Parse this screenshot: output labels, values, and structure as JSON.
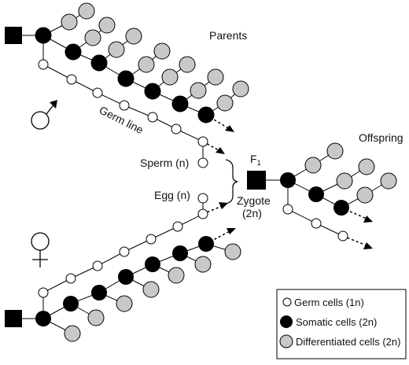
{
  "labels": {
    "parents": "Parents",
    "germ_line": "Germ line",
    "sperm": "Sperm (n)",
    "egg": "Egg (n)",
    "f1": "F",
    "f1_sub": "1",
    "zygote": "Zygote",
    "zygote_ploidy": "(2n)",
    "offspring": "Offspring",
    "male_symbol": "♂",
    "female_symbol": "♀"
  },
  "legend": {
    "germ": "Germ cells (1n)",
    "somatic": "Somatic cells (2n)",
    "differentiated": "Differentiated cells (2n)"
  },
  "colors": {
    "germ": "#ffffff",
    "somatic": "#000000",
    "differentiated": "#c8c8c8",
    "stroke": "#000000"
  }
}
